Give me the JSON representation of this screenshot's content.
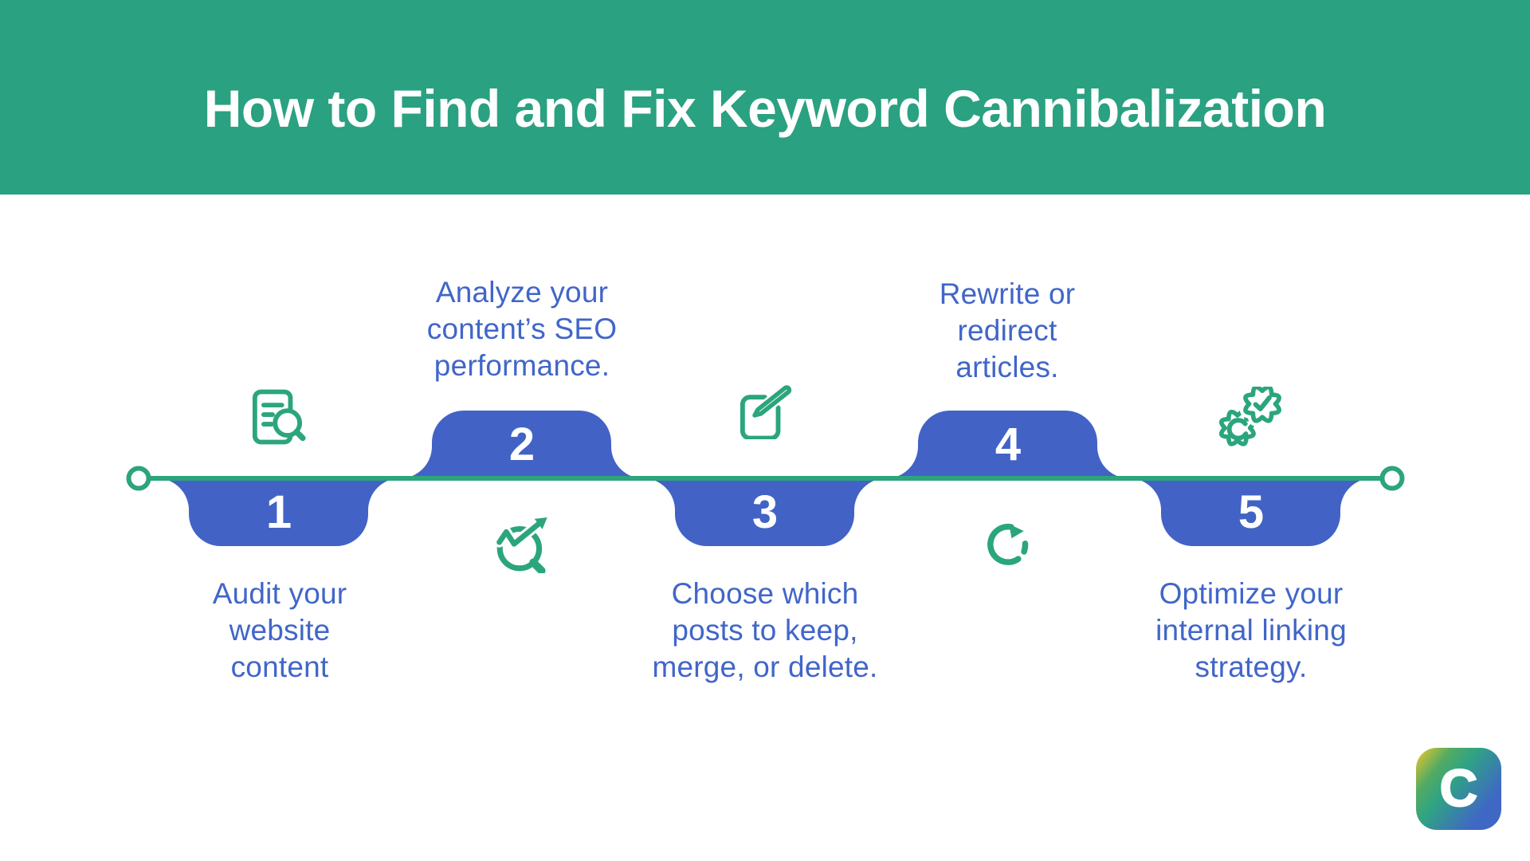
{
  "header": {
    "title": "How to Find and Fix Keyword Cannibalization"
  },
  "steps": [
    {
      "number": "1",
      "position": "below-line",
      "icon": "document-search",
      "label": "Audit your\nwebsite\ncontent"
    },
    {
      "number": "2",
      "position": "above-line",
      "icon": "chart-search",
      "label": "Analyze your\ncontent’s SEO\nperformance."
    },
    {
      "number": "3",
      "position": "below-line",
      "icon": "edit-pencil",
      "label": "Choose which\nposts to keep,\nmerge, or delete."
    },
    {
      "number": "4",
      "position": "above-line",
      "icon": "refresh-redirect",
      "label": "Rewrite or\nredirect\narticles."
    },
    {
      "number": "5",
      "position": "below-line",
      "icon": "gears-check",
      "label": "Optimize your\ninternal linking\nstrategy."
    }
  ],
  "logo": {
    "letter": "C"
  },
  "colors": {
    "header_green": "#2aa181",
    "line_green": "#2ca47c",
    "icon_green": "#2ba57d",
    "tab_blue": "#4263c5",
    "text_blue": "#4166c9",
    "number_white": "#ffffff",
    "logo_gradient": [
      "#e5c62e",
      "#2fa383",
      "#3f68c5"
    ]
  }
}
